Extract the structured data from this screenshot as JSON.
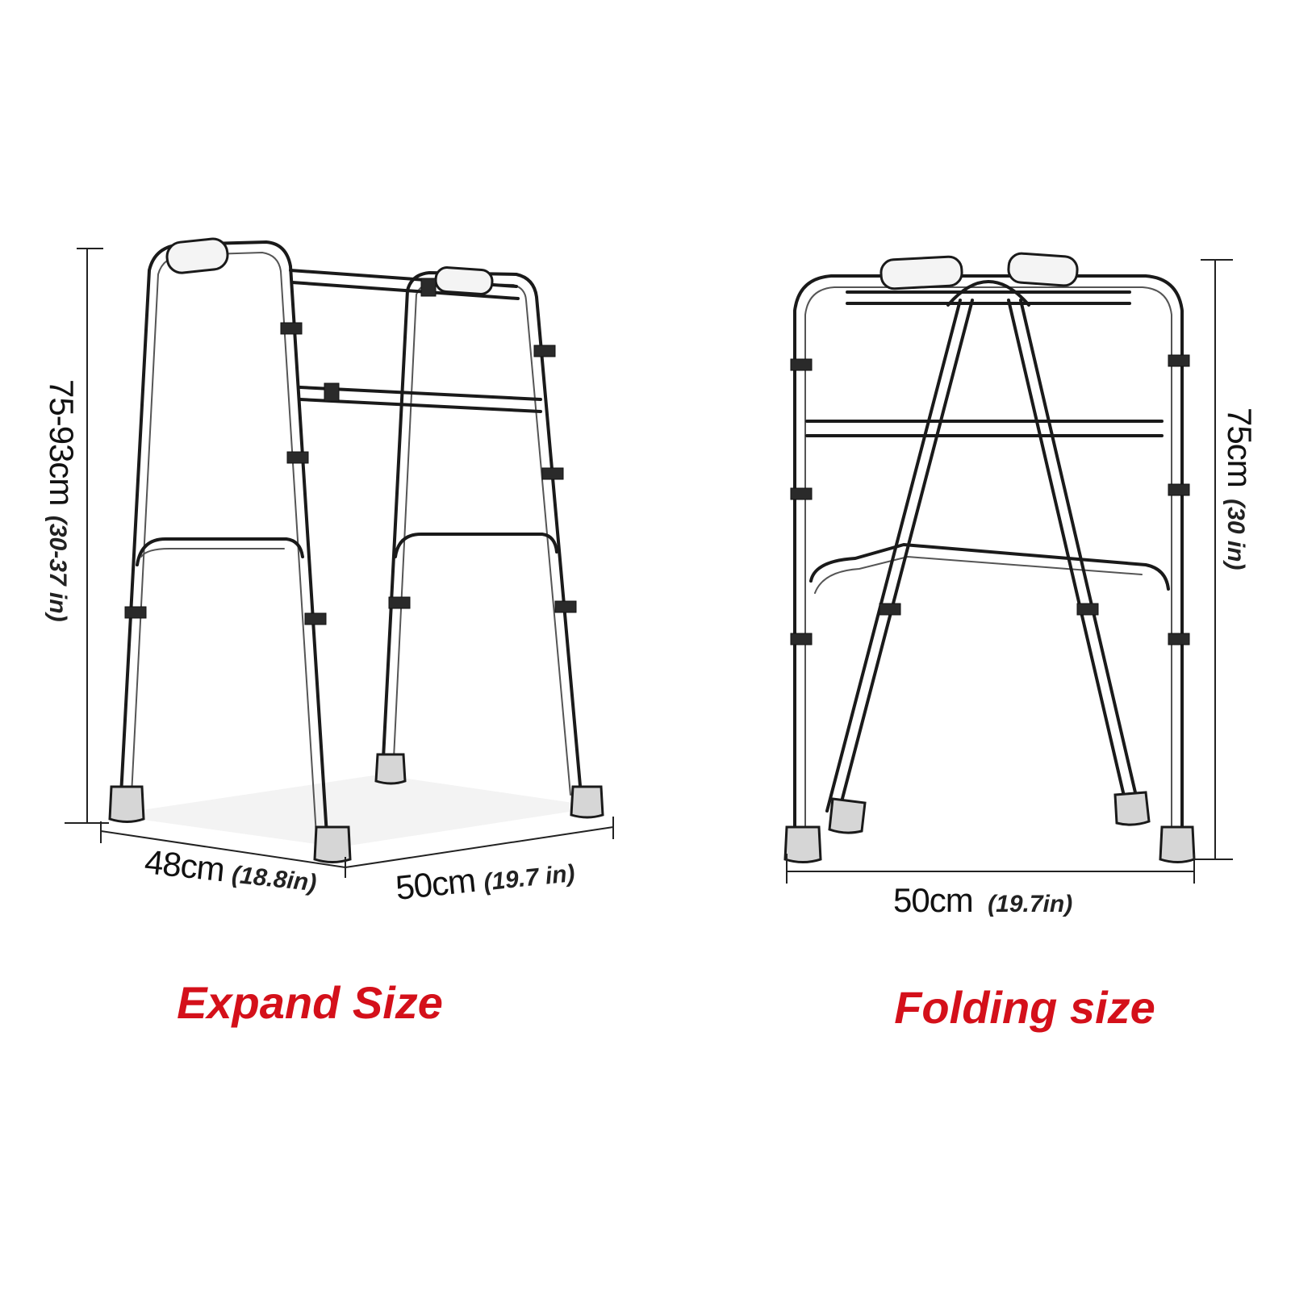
{
  "expand": {
    "height_main": "75-93cm",
    "height_sub": "(30-37 in)",
    "depth_main": "48cm",
    "depth_sub": "(18.8in)",
    "width_main": "50cm",
    "width_sub": "(19.7 in)",
    "caption": "Expand Size"
  },
  "folding": {
    "height_main": "75cm",
    "height_sub": "(30 in)",
    "width_main": "50cm",
    "width_sub": "(19.7in)",
    "caption": "Folding size"
  },
  "colors": {
    "caption": "#d4101a",
    "line": "#1a1a1a"
  },
  "icons": {
    "expanded_walker": "walker-expanded-drawing",
    "folded_walker": "walker-folded-drawing"
  }
}
